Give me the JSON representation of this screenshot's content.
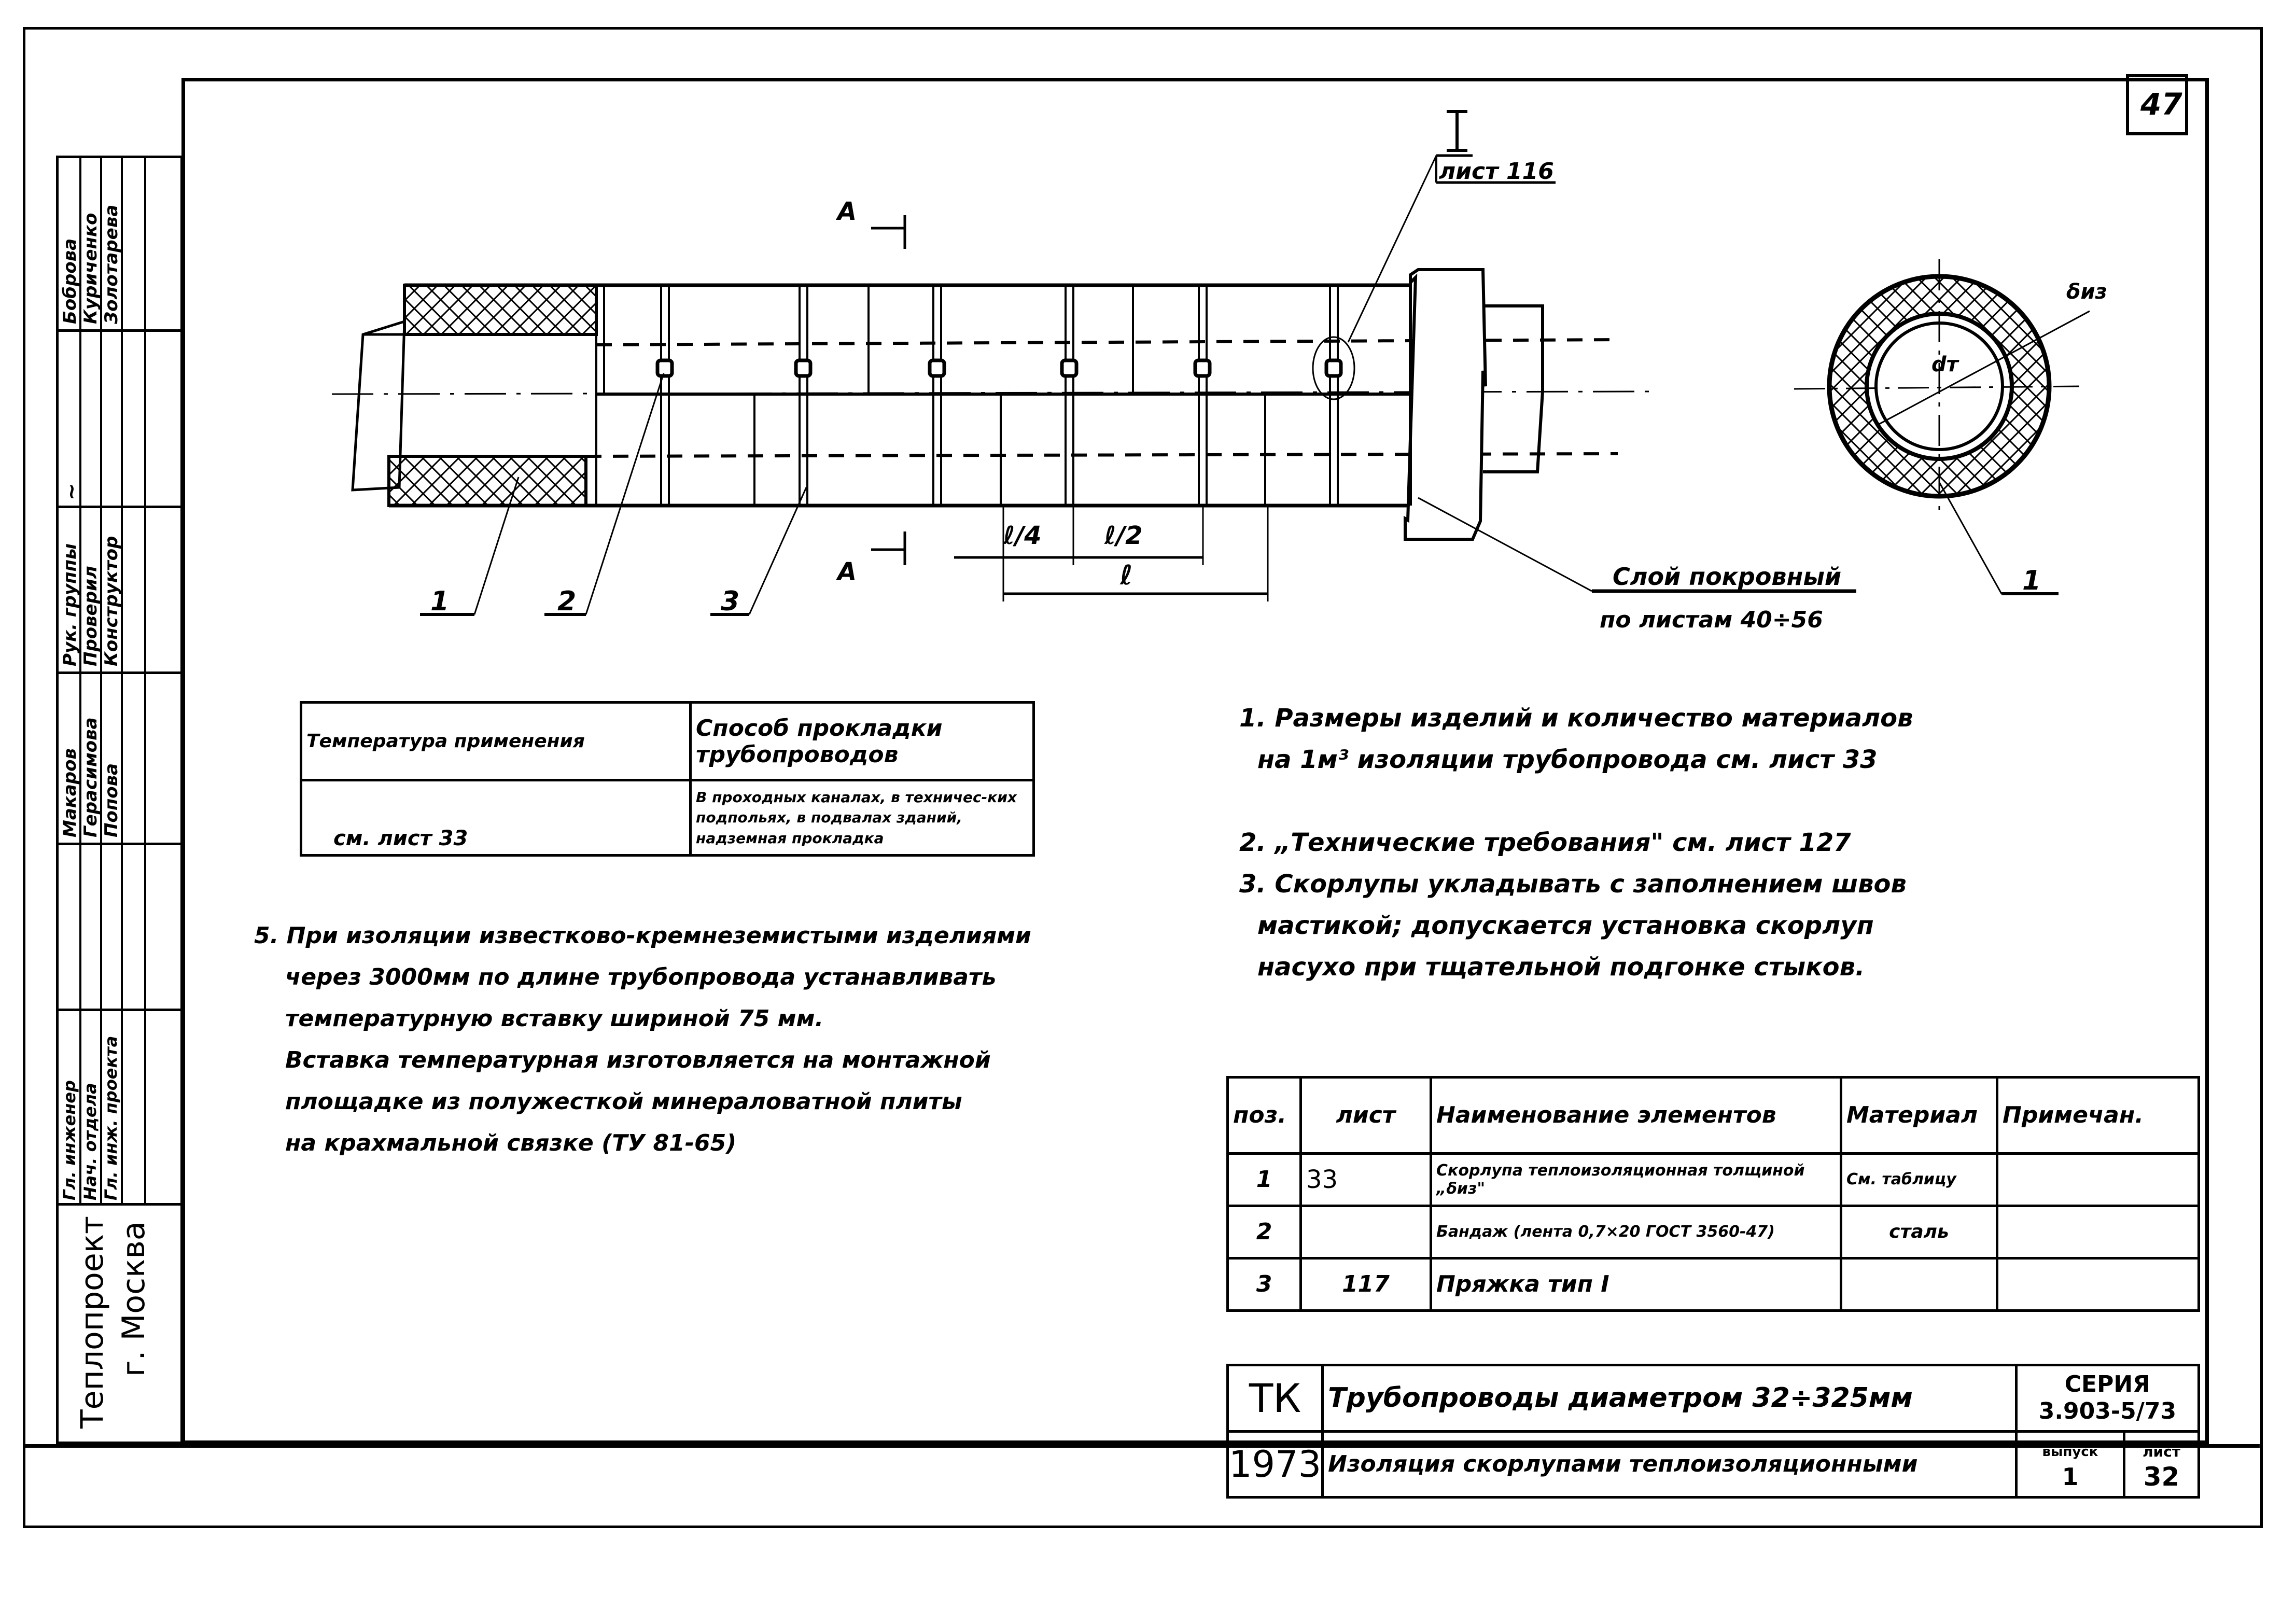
{
  "sheet": {
    "corner_number": "47",
    "type": "technical drawing"
  },
  "drawing": {
    "section_marker": "A",
    "detail_marker": "I",
    "detail_ref": "лист 116",
    "callouts": [
      "1",
      "2",
      "3"
    ],
    "dimensions": {
      "quarter": "ℓ/4",
      "half": "ℓ/2",
      "full": "ℓ"
    },
    "cover_layer_label": "Слой покровный",
    "cover_layer_ref": "по листам 40÷56",
    "section_view": {
      "thickness_label": "δиз",
      "diameter_label": "dт",
      "callout": "1"
    }
  },
  "temp_table": {
    "headers": [
      "Температура применения",
      "Способ прокладки трубопроводов"
    ],
    "rows": [
      [
        "см. лист 33",
        "В проходных каналах, в техничес-ких подпольях, в подвалах зданий, надземная прокладка"
      ]
    ]
  },
  "notes": {
    "n1": "1. Размеры изделий и количество материалов",
    "n1b": "на 1м³ изоляции трубопровода см. лист 33",
    "n2": "2. „Технические требования\" см. лист 127",
    "n3": "3. Скорлупы укладывать с заполнением швов",
    "n3b": "мастикой; допускается установка скорлуп",
    "n3c": "насухо при тщательной подгонке стыков.",
    "n5": "5. При изоляции известково-кремнеземистыми изделиями",
    "n5b": "через 3000мм по длине трубопровода устанавливать",
    "n5c": "температурную вставку шириной 75 мм.",
    "n5d": "Вставка температурная изготовляется на монтажной",
    "n5e": "площадке из полужесткой минераловатной плиты",
    "n5f": "на крахмальной связке (ТУ 81-65)"
  },
  "spec_table": {
    "headers": [
      "поз.",
      "лист",
      "Наименование элементов",
      "Материал",
      "Примечан."
    ],
    "rows": [
      [
        "1",
        "33",
        "Скорлупа теплоизоляционная толщиной „δиз\"",
        "См. таблицу",
        ""
      ],
      [
        "2",
        "",
        "Бандаж (лента 0,7×20 ГОСТ 3560-47)",
        "сталь",
        ""
      ],
      [
        "3",
        "117",
        "Пряжка тип I",
        "",
        ""
      ]
    ]
  },
  "title_block": {
    "code": "ТК",
    "year": "1973",
    "title_line1": "Трубопроводы диаметром 32÷325мм",
    "title_line2": "Изоляция скорлупами теплоизоляционными",
    "series_label": "СЕРИЯ",
    "series_value": "3.903-5/73",
    "issue_label": "выпуск",
    "issue_value": "1",
    "sheet_label": "лист",
    "sheet_value": "32"
  },
  "stamp": {
    "roles": [
      "Рук. группы",
      "Проверил",
      "Конструктор",
      "Гл. инженер",
      "Нач. отдела",
      "Гл. инж. проекта"
    ],
    "names": [
      "Боброва",
      "Куриченко",
      "Золотарева",
      "Макаров",
      "Герасимова",
      "Попова"
    ]
  },
  "organization": {
    "name": "Теплопроект",
    "city": "г. Москва"
  }
}
